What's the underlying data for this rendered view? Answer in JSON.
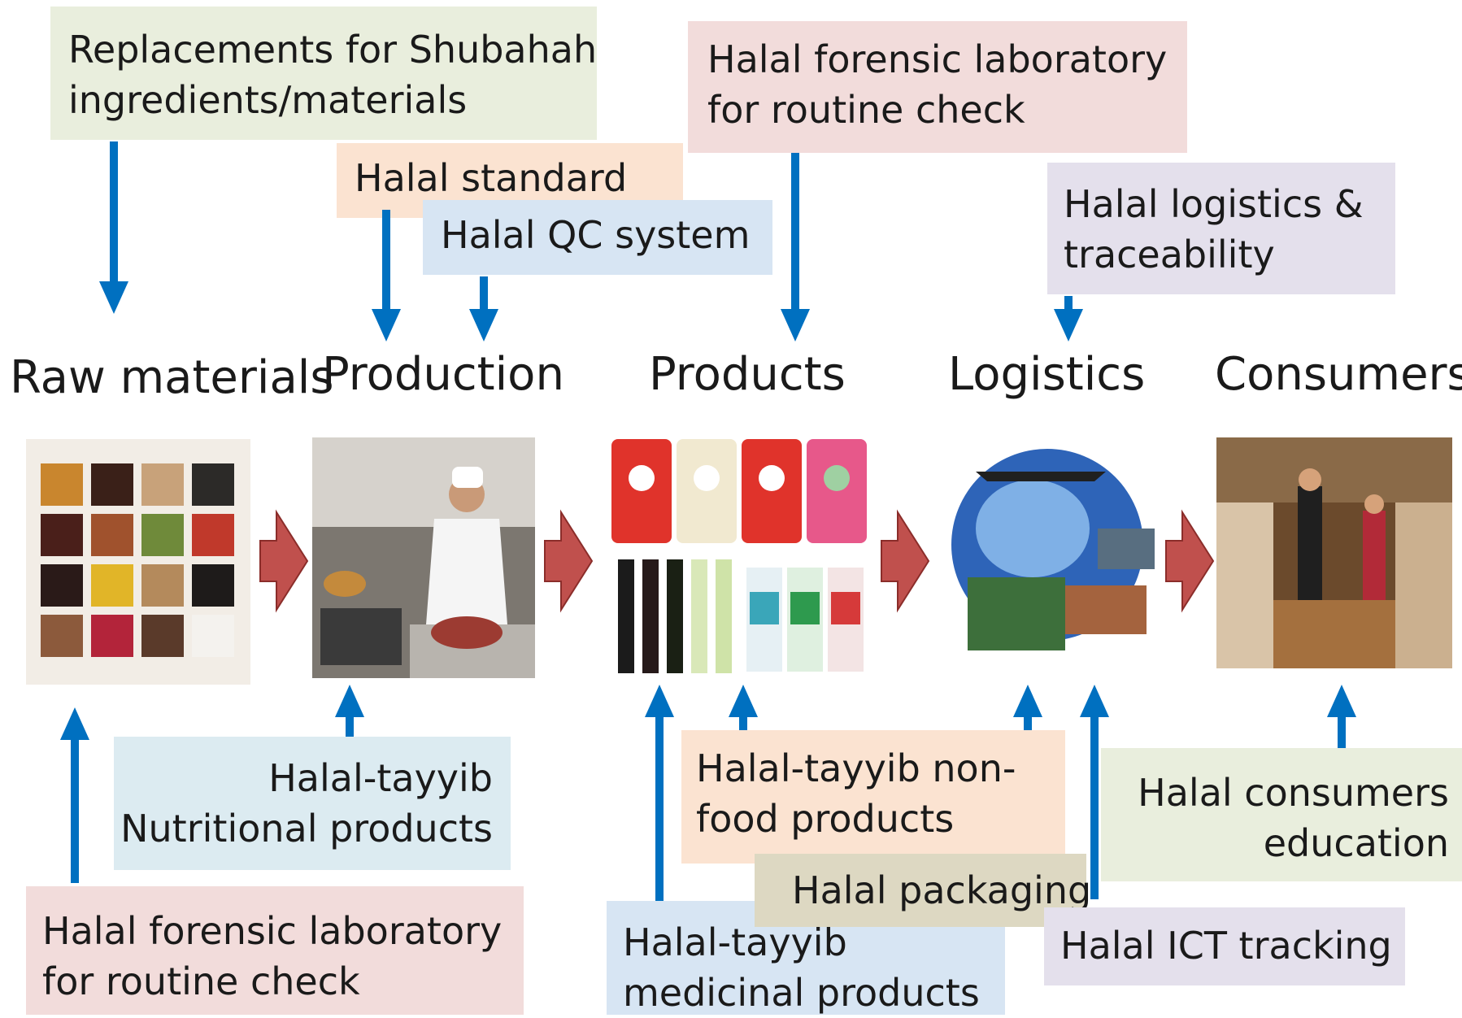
{
  "stages": [
    "Raw materials",
    "Production",
    "Products",
    "Logistics",
    "Consumers"
  ],
  "top": {
    "shubahah": [
      "Replacements for Shubahah",
      "ingredients/materials"
    ],
    "standard": "Halal standard",
    "qc": "Halal QC system",
    "forensic_top": [
      "Halal forensic laboratory",
      "for routine check"
    ],
    "logistics": [
      "Halal logistics &",
      "traceability"
    ]
  },
  "bottom": {
    "nutritional": [
      "Halal-tayyib",
      "Nutritional products"
    ],
    "forensic_bottom": [
      "Halal forensic laboratory",
      "for routine check"
    ],
    "nonfood": [
      "Halal-tayyib non-",
      "food products"
    ],
    "packaging": "Halal packaging",
    "medicinal": [
      "Halal-tayyib",
      "medicinal products"
    ],
    "ict": "Halal ICT tracking",
    "education": [
      "Halal consumers",
      "education"
    ]
  },
  "colors": {
    "arrow_blue": "#0070c0",
    "flow_arrow_red": "#c0504d"
  }
}
